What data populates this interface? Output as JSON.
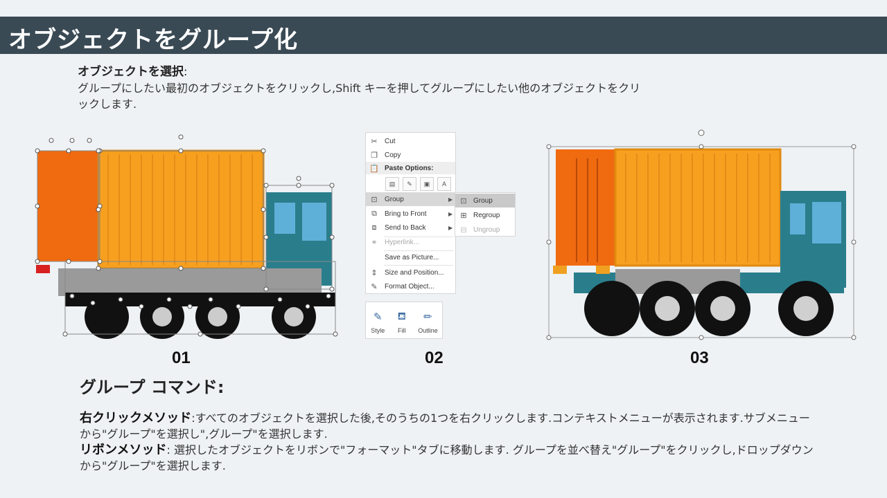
{
  "title": "オブジェクトをグループ化",
  "intro": {
    "heading": "オブジェクトを選択",
    "colon": ":",
    "body": "グループにしたい最初のオブジェクトをクリックし,Shift キーを押してグループにしたい他のオブジェクトをクリックします."
  },
  "steps": {
    "s1": "01",
    "s2": "02",
    "s3": "03"
  },
  "context_menu": {
    "cut": "Cut",
    "copy": "Copy",
    "paste_options": "Paste Options:",
    "group": "Group",
    "bring_to_front": "Bring to Front",
    "send_to_back": "Send to Back",
    "hyperlink": "Hyperlink...",
    "save_as_picture": "Save as Picture...",
    "size_and_position": "Size and Position...",
    "format_object": "Format Object..."
  },
  "submenu": {
    "group": "Group",
    "regroup": "Regroup",
    "ungroup": "Ungroup"
  },
  "mini_toolbar": {
    "style": "Style",
    "fill": "Fill",
    "outline": "Outline"
  },
  "group_commands": {
    "heading": "グループ コマンド:",
    "right_click_label": "右クリックメソッド",
    "right_click_text": ":すべてのオブジェクトを選択した後,そのうちの1つを右クリックします.コンテキストメニューが表示されます.サブメニューから\"グループ\"を選択し\",グループ\"を選択します.",
    "ribbon_label": "リボンメソッド",
    "ribbon_text": ": 選択したオブジェクトをリボンで\"フォーマット\"タブに移動します. グループを並べ替え\"グループ\"をクリックし,ドロップダウンから\"グループ\"を選択します."
  },
  "colors": {
    "title_bar": "#3a4a55",
    "container_orange": "#f7a020",
    "door_orange": "#f06a10",
    "cab_teal": "#2a7e8c"
  }
}
